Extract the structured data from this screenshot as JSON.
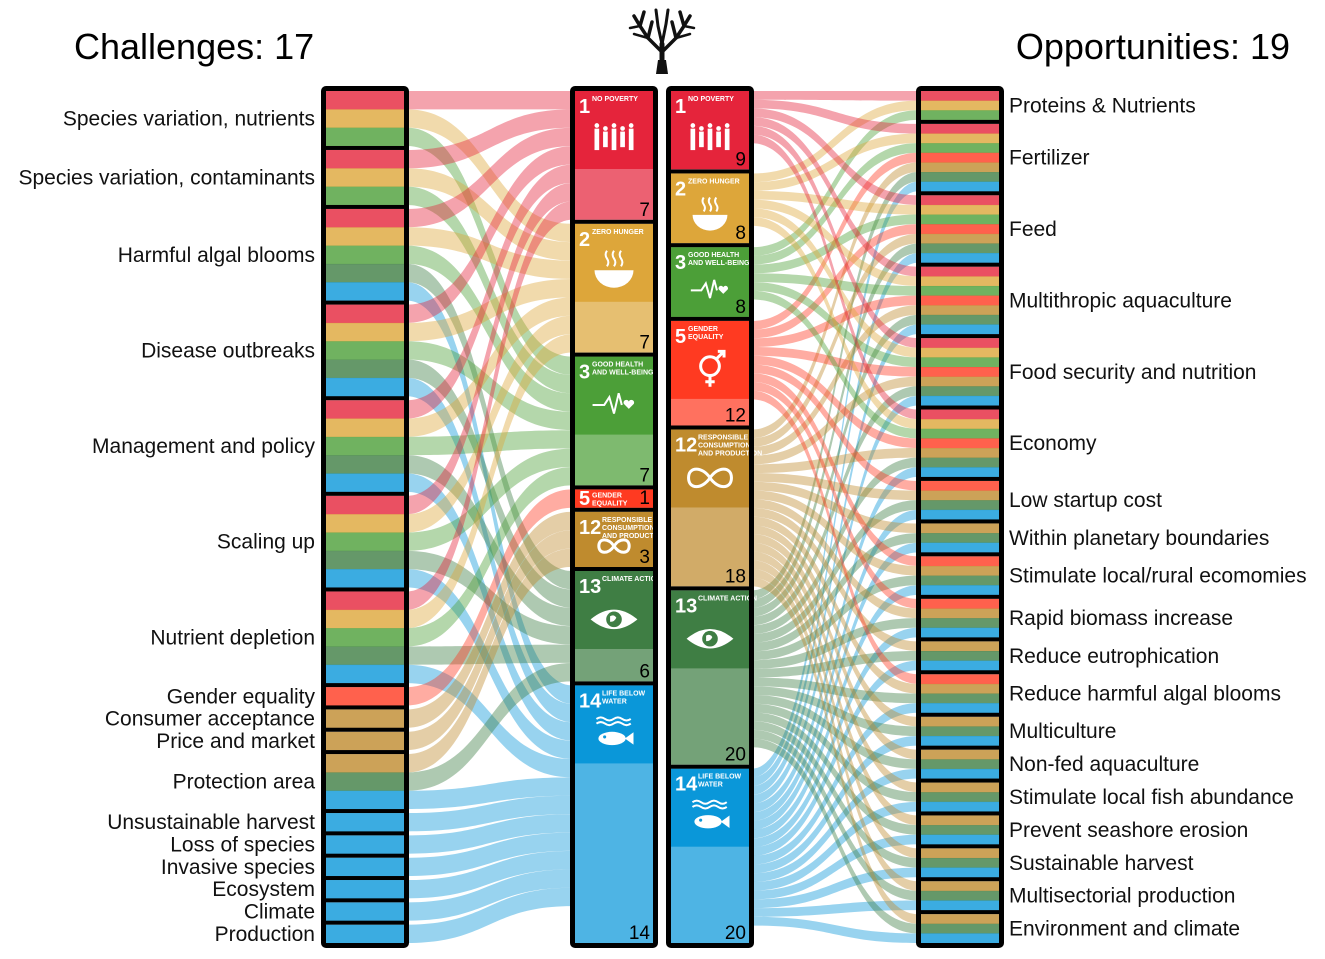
{
  "header": {
    "challenges_title": "Challenges: 17",
    "opportunities_title": "Opportunities: 19"
  },
  "colors": {
    "sdg1": "#e5243b",
    "sdg2": "#dda63a",
    "sdg3": "#4c9f38",
    "sdg5": "#ff3a21",
    "sdg12": "#bf8b2e",
    "sdg13": "#3f7e44",
    "sdg14": "#0a97d9"
  },
  "icons": {
    "logo": "coral-icon",
    "sdg1": "family-icon",
    "sdg2": "bowl-icon",
    "sdg3": "heartbeat-icon",
    "sdg5": "gender-symbol-icon",
    "sdg12": "infinity-icon",
    "sdg13": "eye-globe-icon",
    "sdg14": "fish-icon"
  },
  "challenges": [
    {
      "label": "Species variation, nutrients",
      "sdgs": [
        "sdg1",
        "sdg2",
        "sdg3"
      ]
    },
    {
      "label": "Species variation, contaminants",
      "sdgs": [
        "sdg1",
        "sdg2",
        "sdg3"
      ]
    },
    {
      "label": "Harmful algal blooms",
      "sdgs": [
        "sdg1",
        "sdg2",
        "sdg3",
        "sdg13",
        "sdg14"
      ]
    },
    {
      "label": "Disease outbreaks",
      "sdgs": [
        "sdg1",
        "sdg2",
        "sdg3",
        "sdg13",
        "sdg14"
      ]
    },
    {
      "label": "Management and policy",
      "sdgs": [
        "sdg1",
        "sdg2",
        "sdg3",
        "sdg13",
        "sdg14"
      ]
    },
    {
      "label": "Scaling up",
      "sdgs": [
        "sdg1",
        "sdg2",
        "sdg3",
        "sdg13",
        "sdg14"
      ]
    },
    {
      "label": "Nutrient depletion",
      "sdgs": [
        "sdg1",
        "sdg2",
        "sdg3",
        "sdg13",
        "sdg14"
      ]
    },
    {
      "label": "Gender equality",
      "sdgs": [
        "sdg5"
      ]
    },
    {
      "label": "Consumer acceptance",
      "sdgs": [
        "sdg12"
      ]
    },
    {
      "label": "Price and market",
      "sdgs": [
        "sdg12"
      ]
    },
    {
      "label": "Protection area",
      "sdgs": [
        "sdg12",
        "sdg13",
        "sdg14"
      ]
    },
    {
      "label": "Unsustainable harvest",
      "sdgs": [
        "sdg14"
      ]
    },
    {
      "label": "Loss of species",
      "sdgs": [
        "sdg14"
      ]
    },
    {
      "label": "Invasive species",
      "sdgs": [
        "sdg14"
      ]
    },
    {
      "label": "Ecosystem",
      "sdgs": [
        "sdg14"
      ]
    },
    {
      "label": "Climate",
      "sdgs": [
        "sdg14"
      ]
    },
    {
      "label": "Production",
      "sdgs": [
        "sdg14"
      ]
    }
  ],
  "sdg_left": [
    {
      "key": "sdg1",
      "number": "1",
      "name": "NO POVERTY",
      "count": "7"
    },
    {
      "key": "sdg2",
      "number": "2",
      "name": "ZERO HUNGER",
      "count": "7"
    },
    {
      "key": "sdg3",
      "number": "3",
      "name": "GOOD HEALTH AND WELL-BEING",
      "count": "7"
    },
    {
      "key": "sdg5",
      "number": "5",
      "name": "GENDER EQUALITY",
      "count": "1"
    },
    {
      "key": "sdg12",
      "number": "12",
      "name": "RESPONSIBLE CONSUMPTION AND PRODUCTION",
      "count": "3"
    },
    {
      "key": "sdg13",
      "number": "13",
      "name": "CLIMATE ACTION",
      "count": "6"
    },
    {
      "key": "sdg14",
      "number": "14",
      "name": "LIFE BELOW WATER",
      "count": "14"
    }
  ],
  "sdg_right": [
    {
      "key": "sdg1",
      "number": "1",
      "name": "NO POVERTY",
      "count": "9"
    },
    {
      "key": "sdg2",
      "number": "2",
      "name": "ZERO HUNGER",
      "count": "8"
    },
    {
      "key": "sdg3",
      "number": "3",
      "name": "GOOD HEALTH AND WELL-BEING",
      "count": "8"
    },
    {
      "key": "sdg5",
      "number": "5",
      "name": "GENDER EQUALITY",
      "count": "12"
    },
    {
      "key": "sdg12",
      "number": "12",
      "name": "RESPONSIBLE CONSUMPTION AND PRODUCTION",
      "count": "18"
    },
    {
      "key": "sdg13",
      "number": "13",
      "name": "CLIMATE ACTION",
      "count": "20"
    },
    {
      "key": "sdg14",
      "number": "14",
      "name": "LIFE BELOW WATER",
      "count": "20"
    }
  ],
  "opportunities": [
    {
      "label": "Proteins & Nutrients",
      "sdgs": [
        "sdg1",
        "sdg2",
        "sdg3"
      ]
    },
    {
      "label": "Fertilizer",
      "sdgs": [
        "sdg1",
        "sdg2",
        "sdg3",
        "sdg5",
        "sdg12",
        "sdg13",
        "sdg14"
      ]
    },
    {
      "label": "Feed",
      "sdgs": [
        "sdg1",
        "sdg2",
        "sdg3",
        "sdg5",
        "sdg12",
        "sdg13",
        "sdg14"
      ]
    },
    {
      "label": "Multithropic aquaculture",
      "sdgs": [
        "sdg1",
        "sdg2",
        "sdg3",
        "sdg5",
        "sdg12",
        "sdg13",
        "sdg14"
      ]
    },
    {
      "label": "Food security and nutrition",
      "sdgs": [
        "sdg1",
        "sdg2",
        "sdg3",
        "sdg5",
        "sdg12",
        "sdg13",
        "sdg14"
      ]
    },
    {
      "label": "Economy",
      "sdgs": [
        "sdg1",
        "sdg2",
        "sdg3",
        "sdg5",
        "sdg12",
        "sdg13",
        "sdg14"
      ]
    },
    {
      "label": "Low startup cost",
      "sdgs": [
        "sdg5",
        "sdg12",
        "sdg13",
        "sdg14"
      ]
    },
    {
      "label": "Within planetary boundaries",
      "sdgs": [
        "sdg12",
        "sdg13",
        "sdg14"
      ]
    },
    {
      "label": "Stimulate local/rural ecomomies",
      "sdgs": [
        "sdg5",
        "sdg12",
        "sdg13",
        "sdg14"
      ]
    },
    {
      "label": "Rapid biomass increase",
      "sdgs": [
        "sdg5",
        "sdg12",
        "sdg13",
        "sdg14"
      ]
    },
    {
      "label": "Reduce eutrophication",
      "sdgs": [
        "sdg12",
        "sdg13",
        "sdg14"
      ]
    },
    {
      "label": "Reduce harmful algal blooms",
      "sdgs": [
        "sdg5",
        "sdg12",
        "sdg13",
        "sdg14"
      ]
    },
    {
      "label": "Multiculture",
      "sdgs": [
        "sdg12",
        "sdg13",
        "sdg14"
      ]
    },
    {
      "label": "Non-fed aquaculture",
      "sdgs": [
        "sdg12",
        "sdg13",
        "sdg14"
      ]
    },
    {
      "label": "Stimulate local fish abundance",
      "sdgs": [
        "sdg12",
        "sdg13",
        "sdg14"
      ]
    },
    {
      "label": "Prevent seashore erosion",
      "sdgs": [
        "sdg12",
        "sdg13",
        "sdg14"
      ]
    },
    {
      "label": "Sustainable harvest",
      "sdgs": [
        "sdg12",
        "sdg13",
        "sdg14"
      ]
    },
    {
      "label": "Multisectorial production",
      "sdgs": [
        "sdg12",
        "sdg13",
        "sdg14"
      ]
    },
    {
      "label": "Environment and climate",
      "sdgs": [
        "sdg12",
        "sdg13",
        "sdg14"
      ]
    }
  ]
}
